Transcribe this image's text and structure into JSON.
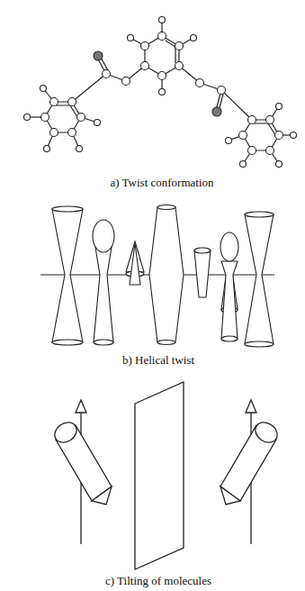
{
  "diagram": {
    "labels": [
      "a) Twist conformation",
      "b) Helical twist",
      "c) Tilting of molecules"
    ]
  }
}
